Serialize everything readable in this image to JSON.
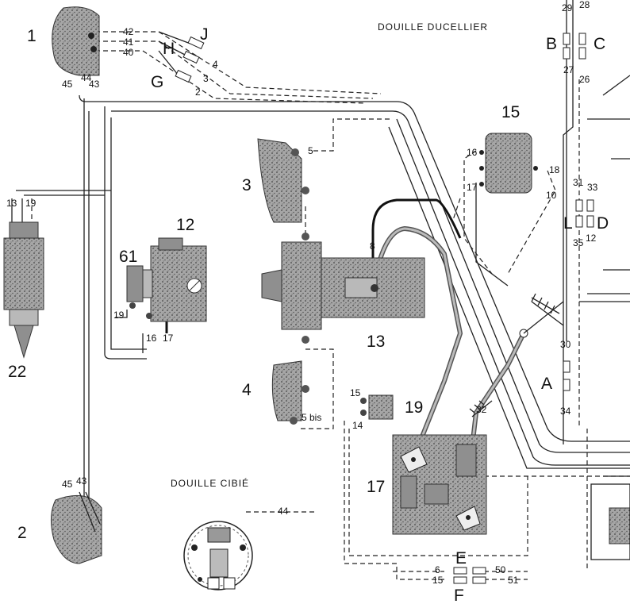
{
  "labels": {
    "c1": "1",
    "c2": "2",
    "c3": "3",
    "c4": "4",
    "c12": "12",
    "c13": "13",
    "c15": "15",
    "c17": "17",
    "c19": "19",
    "c22": "22",
    "c61": "61",
    "J": "J",
    "H": "H",
    "G": "G",
    "B": "B",
    "C": "C",
    "L": "L",
    "D": "D",
    "A": "A",
    "E": "E",
    "F": "F"
  },
  "captions": {
    "ducellier": "DOUILLE DUCELLIER",
    "cibie": "DOUILLE CIBIÉ"
  },
  "wire_numbers": {
    "w42": "42",
    "w41": "41",
    "w40": "40",
    "w4": "4",
    "w3": "3",
    "w2": "2",
    "w45a": "45",
    "w44a": "44",
    "w43a": "43",
    "w29": "29",
    "w28": "28",
    "w27": "27",
    "w26": "26",
    "w5": "5",
    "w16a": "16",
    "w18": "18",
    "w17a": "17",
    "w10": "10",
    "w31": "31",
    "w33": "33",
    "w35": "35",
    "w12": "12",
    "w13": "13",
    "w19a": "19",
    "w8": "8",
    "w19b": "19",
    "w16b": "16",
    "w17b": "17",
    "w30": "30",
    "w34": "34",
    "w15a": "15",
    "w14": "14",
    "w32": "32",
    "w5bis": "5 bis",
    "w45b": "45",
    "w43b": "43",
    "w44b": "44",
    "w6": "6",
    "w50": "50",
    "w15b": "15",
    "w51": "51"
  }
}
